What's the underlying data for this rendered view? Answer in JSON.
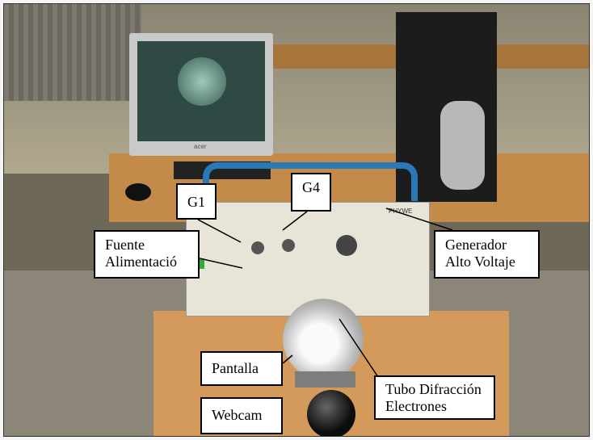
{
  "labels": {
    "g1": "G1",
    "g4": "G4",
    "fuente_line1": "Fuente",
    "fuente_line2": "Alimentació",
    "generador_line1": "Generador",
    "generador_line2": "Alto Voltaje",
    "pantalla": "Pantalla",
    "tubo_line1": "Tubo Difracción",
    "tubo_line2": "Electrones",
    "webcam": "Webcam"
  },
  "device_text": {
    "brand": "PHYWE",
    "monitor_brand": "acer"
  }
}
